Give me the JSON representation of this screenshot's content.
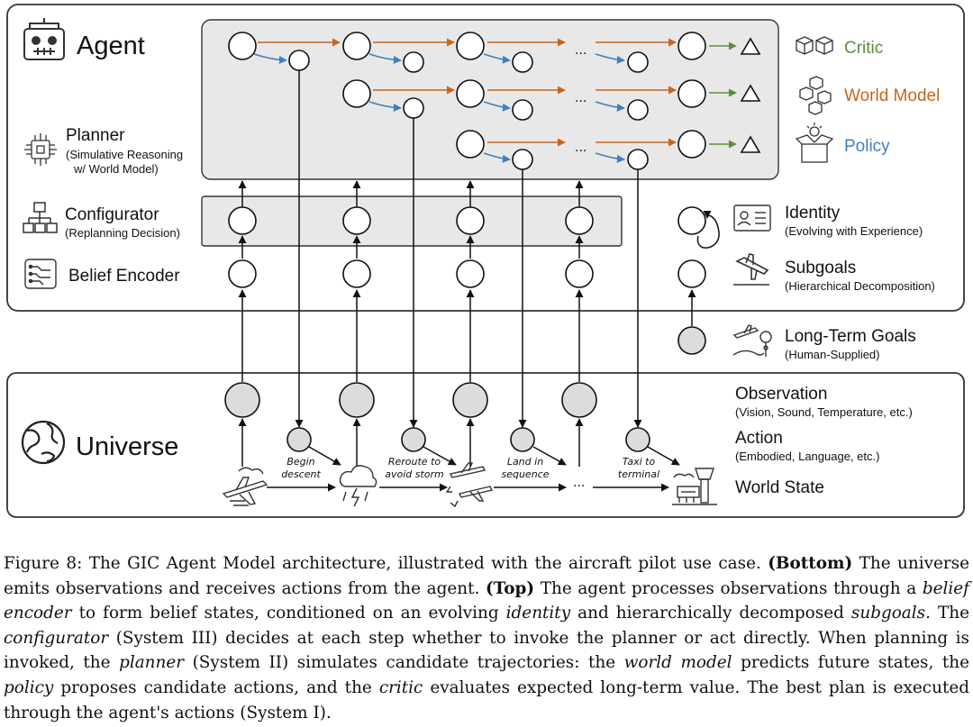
{
  "agent": {
    "title": "Agent",
    "planner_label": "Planner",
    "planner_sub1": "(Simulative Reasoning",
    "planner_sub2": "w/ World Model)",
    "configurator_label": "Configurator",
    "configurator_sub": "(Replanning Decision)",
    "belief_encoder_label": "Belief Encoder"
  },
  "legend": {
    "critic": "Critic",
    "world_model": "World Model",
    "policy": "Policy"
  },
  "colors": {
    "critic": "#5a8f3a",
    "world_model": "#c8641e",
    "policy": "#3f7fbf",
    "panel": "#e8e8e8",
    "node_fill": "#dcdcdc",
    "border": "#333333"
  },
  "identity": {
    "title": "Identity",
    "sub": "(Evolving with Experience)"
  },
  "subgoals": {
    "title": "Subgoals",
    "sub": "(Hierarchical Decomposition)"
  },
  "long_term_goals": {
    "title": "Long-Term Goals",
    "sub": "(Human-Supplied)"
  },
  "universe": {
    "title": "Universe",
    "observation_label": "Observation",
    "observation_sub": "(Vision, Sound, Temperature, etc.)",
    "action_label": "Action",
    "action_sub": "(Embodied, Language, etc.)",
    "world_state_label": "World State"
  },
  "actions": [
    {
      "line1": "Begin",
      "line2": "descent"
    },
    {
      "line1": "Reroute to",
      "line2": "avoid storm"
    },
    {
      "line1": "Land in",
      "line2": "sequence"
    },
    {
      "line1": "Taxi to",
      "line2": "terminal"
    }
  ],
  "ellipsis": "...",
  "caption": {
    "fig": "Figure 8: The GIC Agent Model architecture, illustrated with the aircraft pilot use case. ",
    "b1": "(Bottom)",
    "t1": " The universe emits observations and receives actions from the agent. ",
    "b2": "(Top)",
    "t2": " The agent processes observations through a ",
    "i1": "belief encoder",
    "t3": " to form belief states, conditioned on an evolving ",
    "i2": "identity",
    "t4": " and hierarchically decomposed ",
    "i3": "subgoals.",
    "t5": " The ",
    "i4": "configurator",
    "t6": " (System III) decides at each step whether to invoke the planner or act directly. When planning is invoked, the ",
    "i5": "planner",
    "t7": " (System II) simulates candidate trajectories: the ",
    "i6": "world model",
    "t8": " predicts future states, the ",
    "i7": "policy",
    "t9": " proposes candidate actions, and the ",
    "i8": "critic",
    "t10": " evaluates expected long-term value. The best plan is executed through the agent's actions (System I)."
  }
}
